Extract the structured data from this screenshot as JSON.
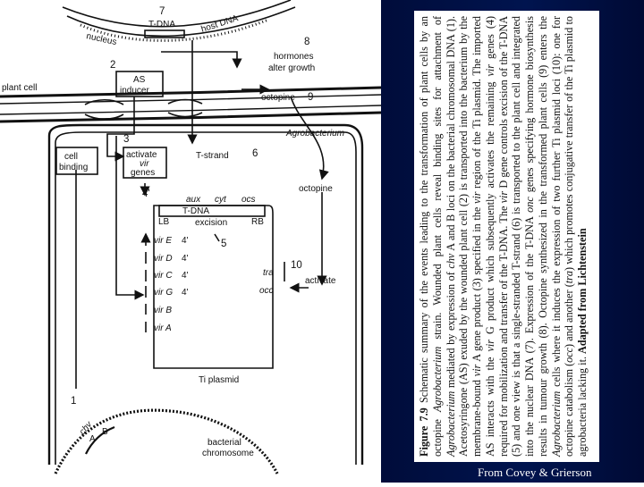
{
  "slide": {
    "credit": "From Covey & Grierson",
    "colors": {
      "panel": "#00144f",
      "ink": "#111111",
      "paper": "#ffffff"
    }
  },
  "figure": {
    "step_numbers": [
      "1",
      "2",
      "3",
      "4'",
      "5",
      "6",
      "7",
      "8",
      "9",
      "10"
    ],
    "labels": {
      "tdna_top": "T-DNA",
      "host_dna": "host DNA",
      "nucleus": "nucleus",
      "hormones": "hormones",
      "alter_growth": "alter growth",
      "plant_cell": "plant cell",
      "as_line1": "AS",
      "as_line2": "inducer",
      "octopine_9": "octopine",
      "agrobacterium": "Agrobacterium",
      "cell_binding1": "cell",
      "cell_binding2": "binding",
      "activate1": "activate",
      "activate2": "vir",
      "activate3": "genes",
      "tstrand": "T-strand",
      "octopine_mid": "octopine",
      "aux": "aux",
      "cyt": "cyt",
      "ocs": "ocs",
      "tdna_plasmid": "T-DNA",
      "lb": "LB",
      "rb": "RB",
      "excision": "excision",
      "ti_plasmid": "Ti plasmid",
      "tra": "tra",
      "occ": "occ",
      "activate_right": "activate",
      "chv": "chv",
      "chv_a": "A",
      "chv_b": "B",
      "bacterial1": "bacterial",
      "bacterial2": "chromosome"
    },
    "vir_genes": [
      {
        "name": "vir E",
        "note": "4'"
      },
      {
        "name": "vir D",
        "note": "4'"
      },
      {
        "name": "vir C",
        "note": "4'"
      },
      {
        "name": "vir G",
        "note": "4'"
      },
      {
        "name": "vir B",
        "note": ""
      },
      {
        "name": "vir A",
        "note": ""
      }
    ]
  },
  "caption": {
    "figure_number": "Figure 7.9",
    "bold_lead": "Schematic summary of the events leading to the transformation of plant cells by an octopine",
    "italic_agro": "Agrobacterium",
    "strain": "strain.",
    "body1": "Wounded plant cells reveal binding sites for attachment of",
    "italic_agro2": "Agrobacterium",
    "body2": "mediated by expression of",
    "italic_chv": "chv",
    "body3": "A and B loci on the bacterial chromosomal DNA (1). Acetosyringone (AS) exuded by the wounded plant cell (2) is transported into the bacterium by the membrane-bound",
    "italic_vir1": "vir",
    "body4": "A gene product (3) specified in the",
    "italic_vir2": "vir",
    "body5": "region of the Ti plasmid. The imported AS interacts with the",
    "italic_vir3": "vir",
    "body6": "G product which subsequently activates the remaining",
    "italic_vir4": "vir",
    "body7": "genes (4) required for mobilization and transfer of the T-DNA. The",
    "italic_vir5": "vir",
    "body8": "D gene controls excision of the T-DNA (5) and one view is that a single-stranded T-strand (6) is transported to the plant cell and integrated into the nuclear DNA (7). Expression of the T-DNA",
    "italic_onc": "onc",
    "body9": "genes specifying hormone biosynthesis results in tumour growth (8). Octopine synthesized in the transformed plant cells (9) enters the",
    "italic_agro3": "Agrobacterium",
    "body10": "cells where it induces the expression of two further Ti plasmid loci (10): one for octopine catabolism (",
    "italic_occ": "occ",
    "body11": ") and another (",
    "italic_tra": "tra",
    "body12": ") which promotes conjugative transfer of the Ti plasmid to agrobacteria lacking it.",
    "adapted": "Adapted from Lichtenstein"
  }
}
